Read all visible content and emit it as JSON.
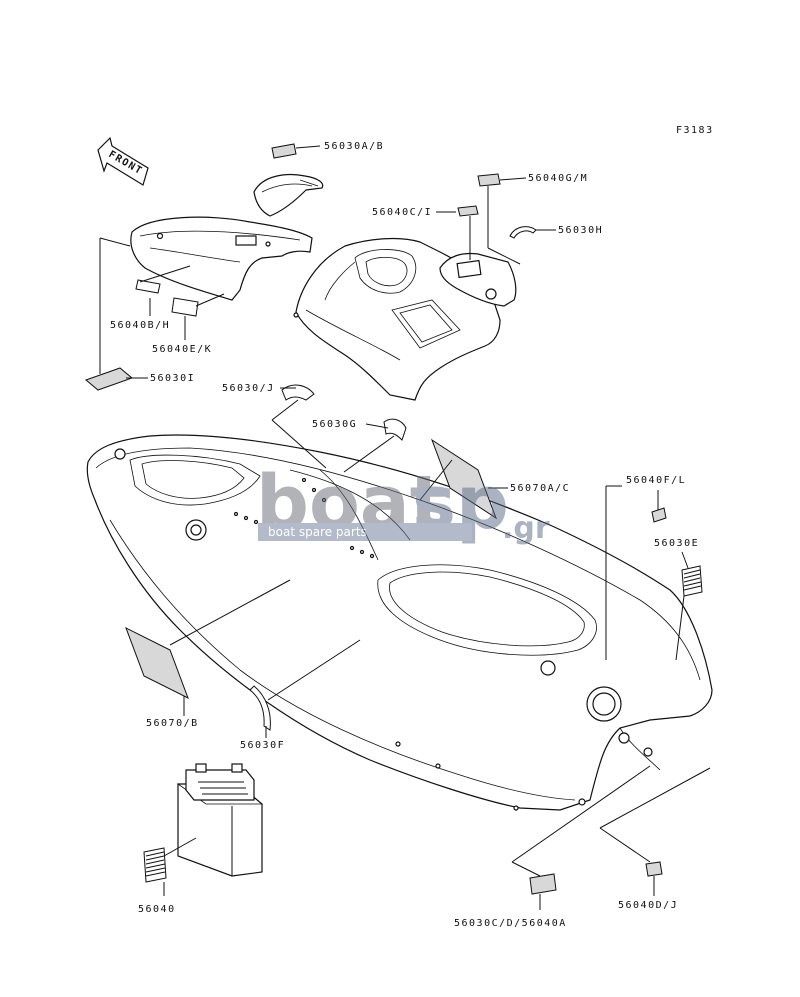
{
  "figure_id": "F3183",
  "front_label": "FRONT",
  "watermark": {
    "brand_left": "boat",
    "brand_right": "sp",
    "tld": ".gr",
    "tagline": "boat spare parts"
  },
  "callouts": [
    {
      "id": "c1",
      "text": "56030A/B"
    },
    {
      "id": "c2",
      "text": "56040G/M"
    },
    {
      "id": "c3",
      "text": "56040C/I"
    },
    {
      "id": "c4",
      "text": "56030H"
    },
    {
      "id": "c5",
      "text": "56040B/H"
    },
    {
      "id": "c6",
      "text": "56040E/K"
    },
    {
      "id": "c7",
      "text": "56030I"
    },
    {
      "id": "c8",
      "text": "56030/J"
    },
    {
      "id": "c9",
      "text": "56030G"
    },
    {
      "id": "c10",
      "text": "56070A/C"
    },
    {
      "id": "c11",
      "text": "56040F/L"
    },
    {
      "id": "c12",
      "text": "56030E"
    },
    {
      "id": "c13",
      "text": "56070/B"
    },
    {
      "id": "c14",
      "text": "56030F"
    },
    {
      "id": "c15",
      "text": "56040"
    },
    {
      "id": "c16",
      "text": "56030C/D/56040A"
    },
    {
      "id": "c17",
      "text": "56040D/J"
    }
  ]
}
